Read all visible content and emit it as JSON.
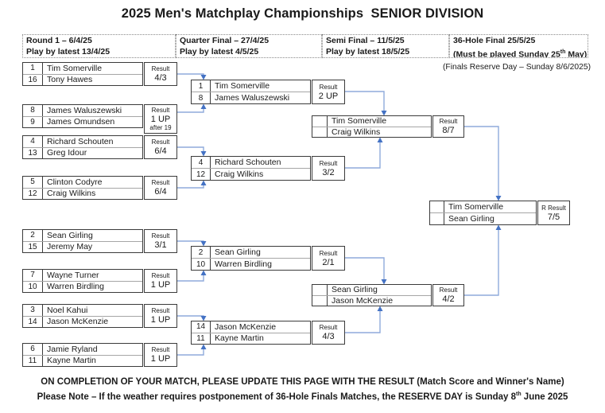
{
  "title": "2025 Men's Matchplay Championships  SENIOR DIVISION",
  "column_headers": [
    {
      "line1": "Round 1 – 6/4/25",
      "line2": "Play by latest 13/4/25"
    },
    {
      "line1": "Quarter Final – 27/4/25",
      "line2": "Play by latest 4/5/25"
    },
    {
      "line1": "Semi Final – 11/5/25",
      "line2": "Play by latest 18/5/25"
    },
    {
      "line1": "36-Hole Final 25/5/25",
      "line2_pre": "(Must be played Sunday 25",
      "line2_sup": "th",
      "line2_post": " May)"
    }
  ],
  "finals_reserve_note": "(Finals Reserve Day – Sunday 8/6/2025)",
  "matches": [
    {
      "id": "r1m1",
      "round": "Round 1",
      "players": [
        {
          "seed": "1",
          "name": "Tim Somerville"
        },
        {
          "seed": "16",
          "name": "Tony Hawes"
        }
      ],
      "result_label": "Result",
      "result": "4/3"
    },
    {
      "id": "r1m2",
      "round": "Round 1",
      "players": [
        {
          "seed": "8",
          "name": "James Waluszewski"
        },
        {
          "seed": "9",
          "name": "James Omundsen"
        }
      ],
      "result_label": "Result",
      "result": "1 UP",
      "result_note": "after 19"
    },
    {
      "id": "r1m3",
      "round": "Round 1",
      "players": [
        {
          "seed": "4",
          "name": "Richard Schouten"
        },
        {
          "seed": "13",
          "name": "Greg Idour"
        }
      ],
      "result_label": "Result",
      "result": "6/4"
    },
    {
      "id": "r1m4",
      "round": "Round 1",
      "players": [
        {
          "seed": "5",
          "name": "Clinton Codyre"
        },
        {
          "seed": "12",
          "name": "Craig Wilkins"
        }
      ],
      "result_label": "Result",
      "result": "6/4"
    },
    {
      "id": "r1m5",
      "round": "Round 1",
      "players": [
        {
          "seed": "2",
          "name": "Sean Girling"
        },
        {
          "seed": "15",
          "name": "Jeremy May"
        }
      ],
      "result_label": "Result",
      "result": "3/1"
    },
    {
      "id": "r1m6",
      "round": "Round 1",
      "players": [
        {
          "seed": "7",
          "name": "Wayne Turner"
        },
        {
          "seed": "10",
          "name": "Warren Birdling"
        }
      ],
      "result_label": "Result",
      "result": "1 UP"
    },
    {
      "id": "r1m7",
      "round": "Round 1",
      "players": [
        {
          "seed": "3",
          "name": "Noel Kahui"
        },
        {
          "seed": "14",
          "name": "Jason McKenzie"
        }
      ],
      "result_label": "Result",
      "result": "1 UP"
    },
    {
      "id": "r1m8",
      "round": "Round 1",
      "players": [
        {
          "seed": "6",
          "name": "Jamie Ryland"
        },
        {
          "seed": "11",
          "name": "Kayne Martin"
        }
      ],
      "result_label": "Result",
      "result": "1 UP"
    },
    {
      "id": "qf1",
      "round": "Quarter Final",
      "players": [
        {
          "seed": "1",
          "name": "Tim Somerville"
        },
        {
          "seed": "8",
          "name": "James Waluszewski"
        }
      ],
      "result_label": "Result",
      "result": "2 UP"
    },
    {
      "id": "qf2",
      "round": "Quarter Final",
      "players": [
        {
          "seed": "4",
          "name": "Richard Schouten"
        },
        {
          "seed": "12",
          "name": "Craig Wilkins"
        }
      ],
      "result_label": "Result",
      "result": "3/2"
    },
    {
      "id": "qf3",
      "round": "Quarter Final",
      "players": [
        {
          "seed": "2",
          "name": "Sean Girling"
        },
        {
          "seed": "10",
          "name": "Warren Birdling"
        }
      ],
      "result_label": "Result",
      "result": "2/1"
    },
    {
      "id": "qf4",
      "round": "Quarter Final",
      "players": [
        {
          "seed": "14",
          "name": "Jason McKenzie"
        },
        {
          "seed": "11",
          "name": "Kayne Martin"
        }
      ],
      "result_label": "Result",
      "result": "4/3"
    },
    {
      "id": "sf1",
      "round": "Semi Final",
      "players": [
        {
          "seed": "",
          "name": "Tim Somerville"
        },
        {
          "seed": "",
          "name": "Craig Wilkins"
        }
      ],
      "result_label": "Result",
      "result": "8/7"
    },
    {
      "id": "sf2",
      "round": "Semi Final",
      "players": [
        {
          "seed": "",
          "name": "Sean Girling"
        },
        {
          "seed": "",
          "name": "Jason McKenzie"
        }
      ],
      "result_label": "Result",
      "result": "4/2"
    },
    {
      "id": "f1",
      "round": "36-Hole Final",
      "players": [
        {
          "seed": "",
          "name": "Tim Somerville"
        },
        {
          "seed": "",
          "name": "Sean Girling"
        }
      ],
      "result_label": "R Result",
      "result": "7/5"
    }
  ],
  "footer": {
    "line1": "ON COMPLETION OF YOUR MATCH, PLEASE UPDATE THIS PAGE WITH THE RESULT (Match Score and Winner's Name)",
    "line2_pre": "Please Note – If the weather requires postponement of 36-Hole Finals Matches, the RESERVE DAY is Sunday 8",
    "line2_sup": "th",
    "line2_post": " June 2025"
  },
  "colors": {
    "connector_line": "#8faadc",
    "connector_arrow": "#4472c4",
    "box_border": "#3b3b3b",
    "row_divider": "#a6a6a6",
    "text": "#1a1a1a"
  }
}
